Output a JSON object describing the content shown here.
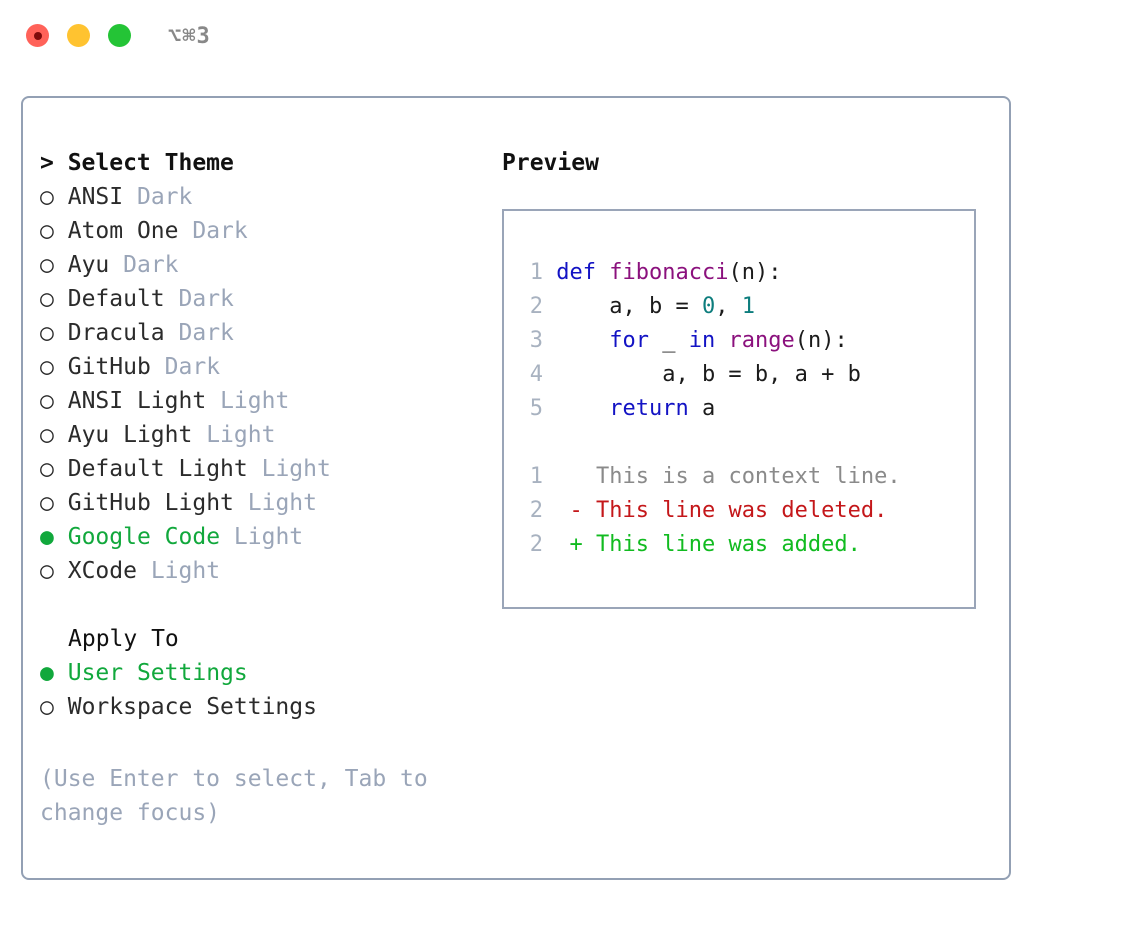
{
  "window": {
    "shortcut_label": "⌥⌘3",
    "traffic_lights": [
      {
        "name": "close",
        "color": "#ff6259"
      },
      {
        "name": "minimize",
        "color": "#ffc330"
      },
      {
        "name": "maximize",
        "color": "#24c436"
      }
    ]
  },
  "theme_picker": {
    "heading": "> Select Theme",
    "marker_selected": "●",
    "marker_unselected": "○",
    "accent_color": "#11a83c",
    "badge_color": "#9aa5b8",
    "items": [
      {
        "marker": "○",
        "label": "ANSI",
        "badge": "Dark",
        "selected": false
      },
      {
        "marker": "○",
        "label": "Atom One",
        "badge": "Dark",
        "selected": false
      },
      {
        "marker": "○",
        "label": "Ayu",
        "badge": "Dark",
        "selected": false
      },
      {
        "marker": "○",
        "label": "Default",
        "badge": "Dark",
        "selected": false
      },
      {
        "marker": "○",
        "label": "Dracula",
        "badge": "Dark",
        "selected": false
      },
      {
        "marker": "○",
        "label": "GitHub",
        "badge": "Dark",
        "selected": false
      },
      {
        "marker": "○",
        "label": "ANSI Light",
        "badge": "Light",
        "selected": false
      },
      {
        "marker": "○",
        "label": "Ayu Light",
        "badge": "Light",
        "selected": false
      },
      {
        "marker": "○",
        "label": "Default Light",
        "badge": "Light",
        "selected": false
      },
      {
        "marker": "○",
        "label": "GitHub Light",
        "badge": "Light",
        "selected": false
      },
      {
        "marker": "●",
        "label": "Google Code",
        "badge": "Light",
        "selected": true
      },
      {
        "marker": "○",
        "label": "XCode",
        "badge": "Light",
        "selected": false
      }
    ]
  },
  "apply_to": {
    "heading": "Apply To",
    "items": [
      {
        "marker": "●",
        "label": "User Settings",
        "selected": true
      },
      {
        "marker": "○",
        "label": "Workspace Settings",
        "selected": false
      }
    ]
  },
  "hint": {
    "text": "(Use Enter to select, Tab to change focus)"
  },
  "preview": {
    "title": "Preview",
    "code_lines": [
      {
        "number": "1",
        "tokens": [
          {
            "text": "def ",
            "kind": "kw"
          },
          {
            "text": "fibonacci",
            "kind": "fn"
          },
          {
            "text": "(n):",
            "kind": "plain"
          }
        ]
      },
      {
        "number": "2",
        "tokens": [
          {
            "text": "    a, b = ",
            "kind": "plain"
          },
          {
            "text": "0",
            "kind": "num"
          },
          {
            "text": ", ",
            "kind": "plain"
          },
          {
            "text": "1",
            "kind": "num"
          }
        ]
      },
      {
        "number": "3",
        "tokens": [
          {
            "text": "    ",
            "kind": "plain"
          },
          {
            "text": "for",
            "kind": "kw"
          },
          {
            "text": " _ ",
            "kind": "plain"
          },
          {
            "text": "in",
            "kind": "kw"
          },
          {
            "text": " ",
            "kind": "plain"
          },
          {
            "text": "range",
            "kind": "fn"
          },
          {
            "text": "(n):",
            "kind": "plain"
          }
        ]
      },
      {
        "number": "4",
        "tokens": [
          {
            "text": "        a, b = b, a + b",
            "kind": "plain"
          }
        ]
      },
      {
        "number": "5",
        "tokens": [
          {
            "text": "    ",
            "kind": "plain"
          },
          {
            "text": "return",
            "kind": "kw"
          },
          {
            "text": " a",
            "kind": "plain"
          }
        ]
      }
    ],
    "diff_lines": [
      {
        "number": "1",
        "sign": " ",
        "text": " This is a context line.",
        "kind": "ctx"
      },
      {
        "number": "2",
        "sign": "-",
        "text": " This line was deleted.",
        "kind": "del"
      },
      {
        "number": "2",
        "sign": "+",
        "text": " This line was added.",
        "kind": "add"
      }
    ],
    "colors": {
      "keyword": "#1313c4",
      "function": "#8b117d",
      "number": "#0d7d7d",
      "plain": "#1b1b1b",
      "line_number": "#a8b2c0",
      "diff_context": "#8a8a8a",
      "diff_deleted": "#c4171a",
      "diff_added": "#11bb20",
      "border": "#9aa5b8"
    }
  }
}
